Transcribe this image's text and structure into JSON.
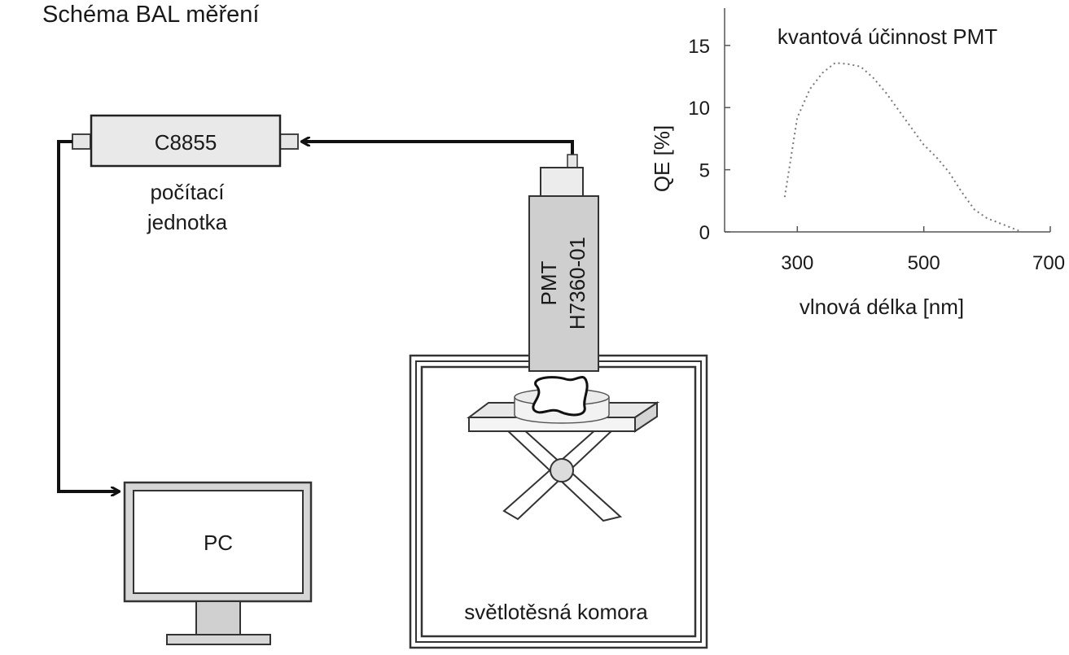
{
  "diagram": {
    "title": "Schéma BAL měření",
    "counter_unit": {
      "label": "C8855",
      "caption_line1": "počítací",
      "caption_line2": "jednotka"
    },
    "pmt": {
      "line1": "PMT",
      "line2": "H7360-01"
    },
    "pc": {
      "label": "PC"
    },
    "chamber": {
      "label": "světlotěsná komora"
    }
  },
  "chart_data": {
    "type": "line",
    "title": "kvantová účinnost PMT",
    "xlabel": "vlnová délka [nm]",
    "ylabel": "QE  [%]",
    "xlim": [
      185,
      700
    ],
    "ylim": [
      0,
      18
    ],
    "xticks": [
      300,
      500,
      700
    ],
    "yticks": [
      0,
      5,
      10,
      15
    ],
    "grid": false,
    "line_style": "dotted",
    "series": [
      {
        "x": [
          280,
          300,
          320,
          340,
          360,
          380,
          400,
          420,
          440,
          460,
          480,
          500,
          520,
          540,
          560,
          580,
          600,
          620,
          640,
          650
        ],
        "y": [
          2.8,
          9.2,
          11.5,
          12.8,
          13.6,
          13.5,
          13.3,
          12.4,
          11.2,
          9.8,
          8.4,
          7.0,
          6.0,
          4.8,
          3.2,
          1.8,
          1.1,
          0.7,
          0.3,
          0.1
        ]
      }
    ]
  }
}
